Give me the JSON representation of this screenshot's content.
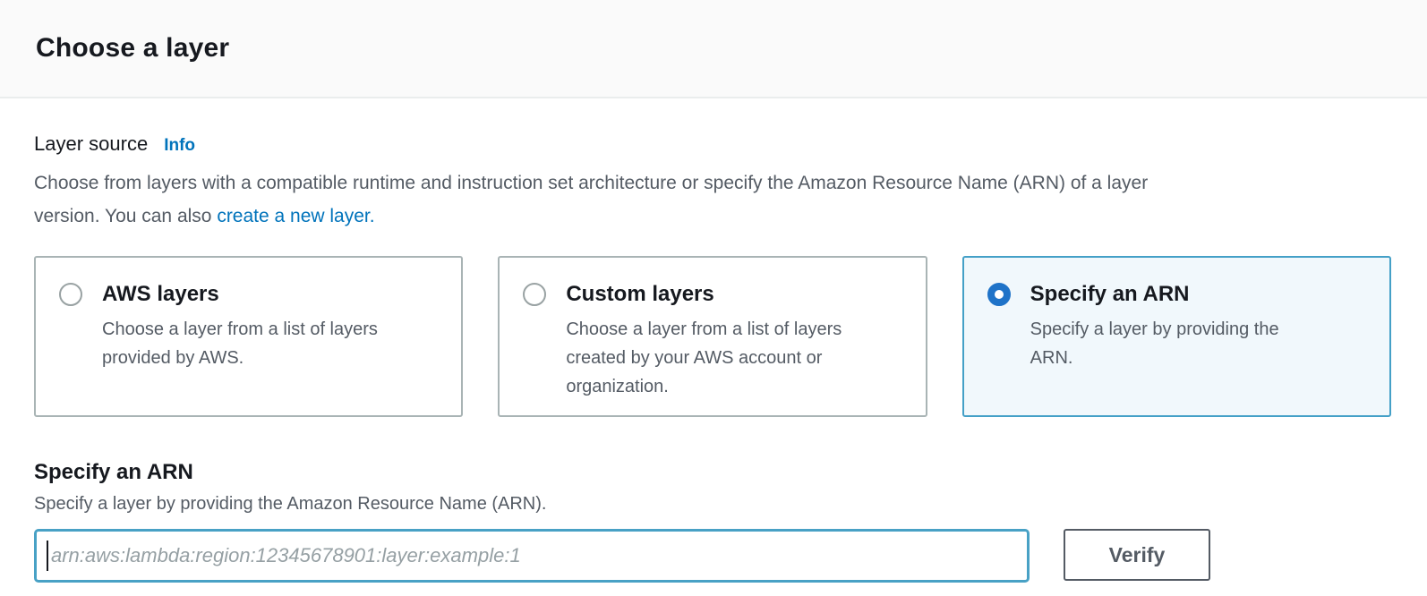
{
  "colors": {
    "header_background": "#fafafa",
    "header_divider": "#eaeded",
    "text_dark": "#16191f",
    "text_gray": "#545b64",
    "link_blue": "#0073bb",
    "tile_border": "#a9b4b5",
    "tile_selected_border": "#44a0c7",
    "tile_selected_background": "#f1f8fc",
    "radio_selected_fill": "#1f73c8",
    "input_focus_border": "#48a1c5",
    "button_border": "#545b64"
  },
  "header": {
    "title": "Choose a layer"
  },
  "layer_source": {
    "label": "Layer source",
    "info_label": "Info",
    "description_line1": "Choose from layers with a compatible runtime and instruction set architecture or specify the Amazon Resource Name (ARN) of a layer",
    "description_line2_prefix": "version. You can also ",
    "create_link_label": "create a new layer."
  },
  "options": [
    {
      "title": "AWS layers",
      "description": "Choose a layer from a list of layers provided by AWS.",
      "selected": false
    },
    {
      "title": "Custom layers",
      "description": "Choose a layer from a list of layers created by your AWS account or organization.",
      "selected": false
    },
    {
      "title": "Specify an ARN",
      "description": "Specify a layer by providing the ARN.",
      "selected": true
    }
  ],
  "arn_section": {
    "title": "Specify an ARN",
    "description": "Specify a layer by providing the Amazon Resource Name (ARN).",
    "input_value": "",
    "input_placeholder": "arn:aws:lambda:region:12345678901:layer:example:1",
    "verify_label": "Verify"
  }
}
